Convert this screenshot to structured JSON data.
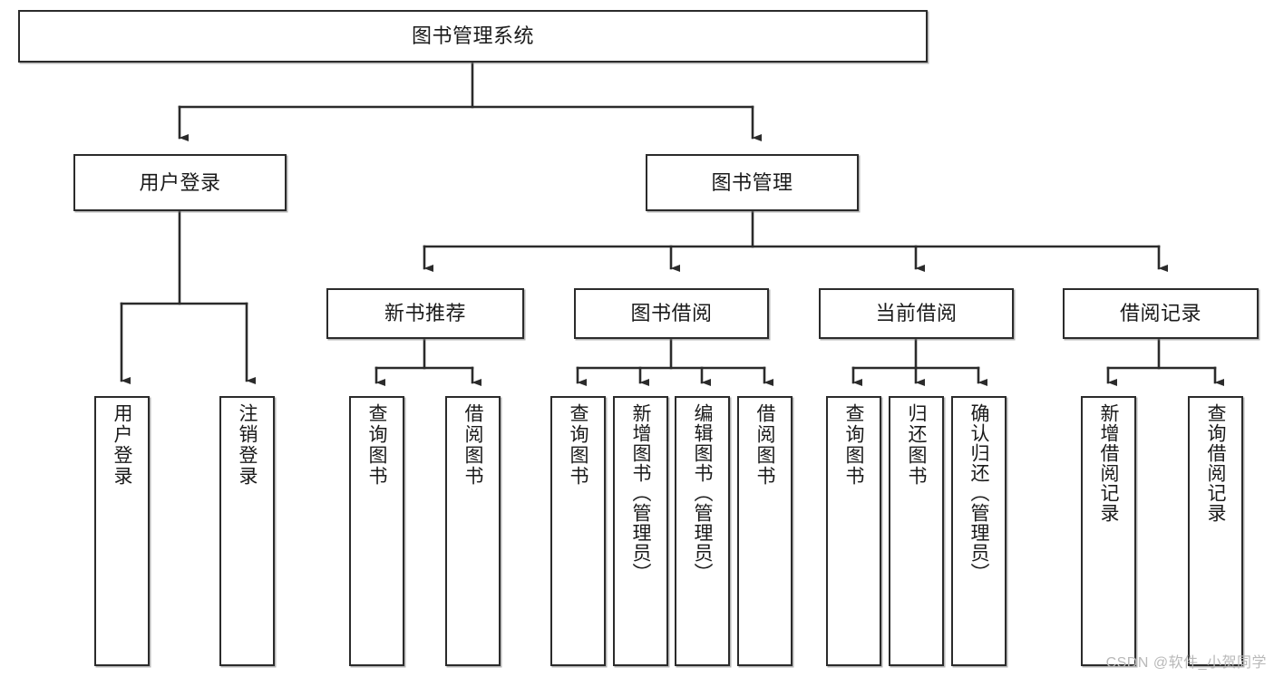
{
  "diagram": {
    "title": "图书管理系统",
    "watermark": "CSDN @软件_小贺同学",
    "line_color": "#2b2b2b",
    "box_fill": "#ffffff",
    "text_color": "#1a1a1a",
    "levels": {
      "root": "图书管理系统",
      "level2": [
        "用户登录",
        "图书管理"
      ],
      "level3": [
        "新书推荐",
        "图书借阅",
        "当前借阅",
        "借阅记录"
      ]
    },
    "nodes": {
      "root": {
        "label": "图书管理系统"
      },
      "user_login": {
        "label": "用户登录"
      },
      "book_manage": {
        "label": "图书管理"
      },
      "new_book_rec": {
        "label": "新书推荐"
      },
      "book_borrow": {
        "label": "图书借阅"
      },
      "current_borrow": {
        "label": "当前借阅"
      },
      "borrow_record": {
        "label": "借阅记录"
      },
      "leaf_user_login": {
        "label": "用户登录"
      },
      "leaf_logout": {
        "label": "注销登录"
      },
      "leaf_query_book_1": {
        "label": "查询图书"
      },
      "leaf_borrow_book_1": {
        "label": "借阅图书"
      },
      "leaf_query_book_2": {
        "label": "查询图书"
      },
      "leaf_add_book_admin": {
        "label": "新增图书（管理员）"
      },
      "leaf_edit_book_admin": {
        "label": "编辑图书（管理员）"
      },
      "leaf_borrow_book_2": {
        "label": "借阅图书"
      },
      "leaf_query_book_3": {
        "label": "查询图书"
      },
      "leaf_return_book": {
        "label": "归还图书"
      },
      "leaf_confirm_return_admin": {
        "label": "确认归还（管理员）"
      },
      "leaf_add_borrow_record": {
        "label": "新增借阅记录"
      },
      "leaf_query_borrow_record": {
        "label": "查询借阅记录"
      }
    },
    "edges": [
      {
        "from": "root",
        "to": "user_login"
      },
      {
        "from": "root",
        "to": "book_manage"
      },
      {
        "from": "user_login",
        "to": "leaf_user_login"
      },
      {
        "from": "user_login",
        "to": "leaf_logout"
      },
      {
        "from": "book_manage",
        "to": "new_book_rec"
      },
      {
        "from": "book_manage",
        "to": "book_borrow"
      },
      {
        "from": "book_manage",
        "to": "current_borrow"
      },
      {
        "from": "book_manage",
        "to": "borrow_record"
      },
      {
        "from": "new_book_rec",
        "to": "leaf_query_book_1"
      },
      {
        "from": "new_book_rec",
        "to": "leaf_borrow_book_1"
      },
      {
        "from": "book_borrow",
        "to": "leaf_query_book_2"
      },
      {
        "from": "book_borrow",
        "to": "leaf_add_book_admin"
      },
      {
        "from": "book_borrow",
        "to": "leaf_edit_book_admin"
      },
      {
        "from": "book_borrow",
        "to": "leaf_borrow_book_2"
      },
      {
        "from": "current_borrow",
        "to": "leaf_query_book_3"
      },
      {
        "from": "current_borrow",
        "to": "leaf_return_book"
      },
      {
        "from": "current_borrow",
        "to": "leaf_confirm_return_admin"
      },
      {
        "from": "borrow_record",
        "to": "leaf_add_borrow_record"
      },
      {
        "from": "borrow_record",
        "to": "leaf_query_borrow_record"
      }
    ]
  }
}
